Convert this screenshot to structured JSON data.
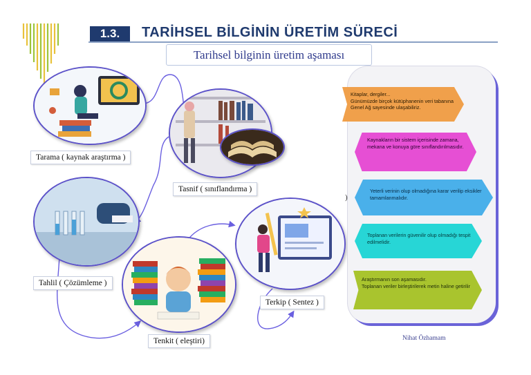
{
  "header": {
    "chapter_number": "1.3.",
    "chapter_title": "TARİHSEL BİLGİNİN ÜRETİM SÜRECİ",
    "subtitle": "Tarihsel bilginin üretim aşaması"
  },
  "stages": [
    {
      "label": "Tarama ( kaynak araştırma )"
    },
    {
      "label": "Tasnif ( sınıflandırma  )"
    },
    {
      "label": "Tahlil ( Çözümleme )"
    },
    {
      "label": "Tenkit ( eleştiri)"
    },
    {
      "label": "Terkip ( Sentez )"
    }
  ],
  "steps": [
    {
      "text": "Kitaplar, dergiler...\nGünümüzde birçok kütüphanenin veri tabanına Genel Ağ sayesinde ulaşabiliriz.",
      "color": "#f0a04b"
    },
    {
      "text": "Kaynakların  bir sistem içerisinde zamana, mekana ve konuya göre sınıflandırılmasıdır.",
      "color": "#e64fd4"
    },
    {
      "text": "Yeterli verinin olup olmadığına karar verilip eksikler tamamlanmalıdır.",
      "color": "#4ab0ea"
    },
    {
      "text": "Toplanan verilerin güvenilir olup olmadığı tespit edilmelidir.",
      "color": "#27d6d6"
    },
    {
      "text": "Araştırmanın son aşamasıdır.\nToplanan veriler birleştirilerek metin haline getirilir",
      "color": "#a9c42e"
    }
  ],
  "panel_mark": ")",
  "author": "Nihat Özhamam"
}
